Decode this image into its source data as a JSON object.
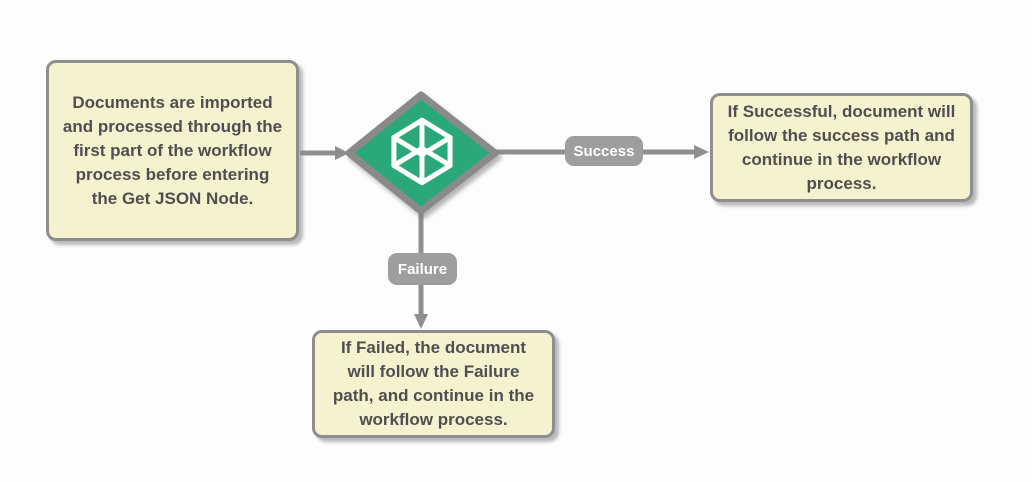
{
  "diagram": {
    "boxes": {
      "left": {
        "text": "Documents are imported and processed through the first part of the workflow process before entering the Get JSON Node."
      },
      "right": {
        "text": "If Successful, document will follow the success path and continue in the workflow process."
      },
      "bottom": {
        "text": "If Failed, the document will follow the Failure path, and continue in the workflow process."
      }
    },
    "node": {
      "shape": "diamond",
      "icon": "wireframe-cube-icon"
    },
    "edges": {
      "success": {
        "label": "Success"
      },
      "failure": {
        "label": "Failure"
      }
    },
    "colors": {
      "background": "#fdfdfd",
      "box_fill": "#f5f2cf",
      "box_border": "#8e8e8e",
      "box_text": "#4f4f4f",
      "diamond_fill": "#2aa87a",
      "diamond_border": "#8a8a8a",
      "connector": "#8f8f8f",
      "label_bg": "#9e9e9e",
      "label_text": "#ffffff"
    }
  }
}
